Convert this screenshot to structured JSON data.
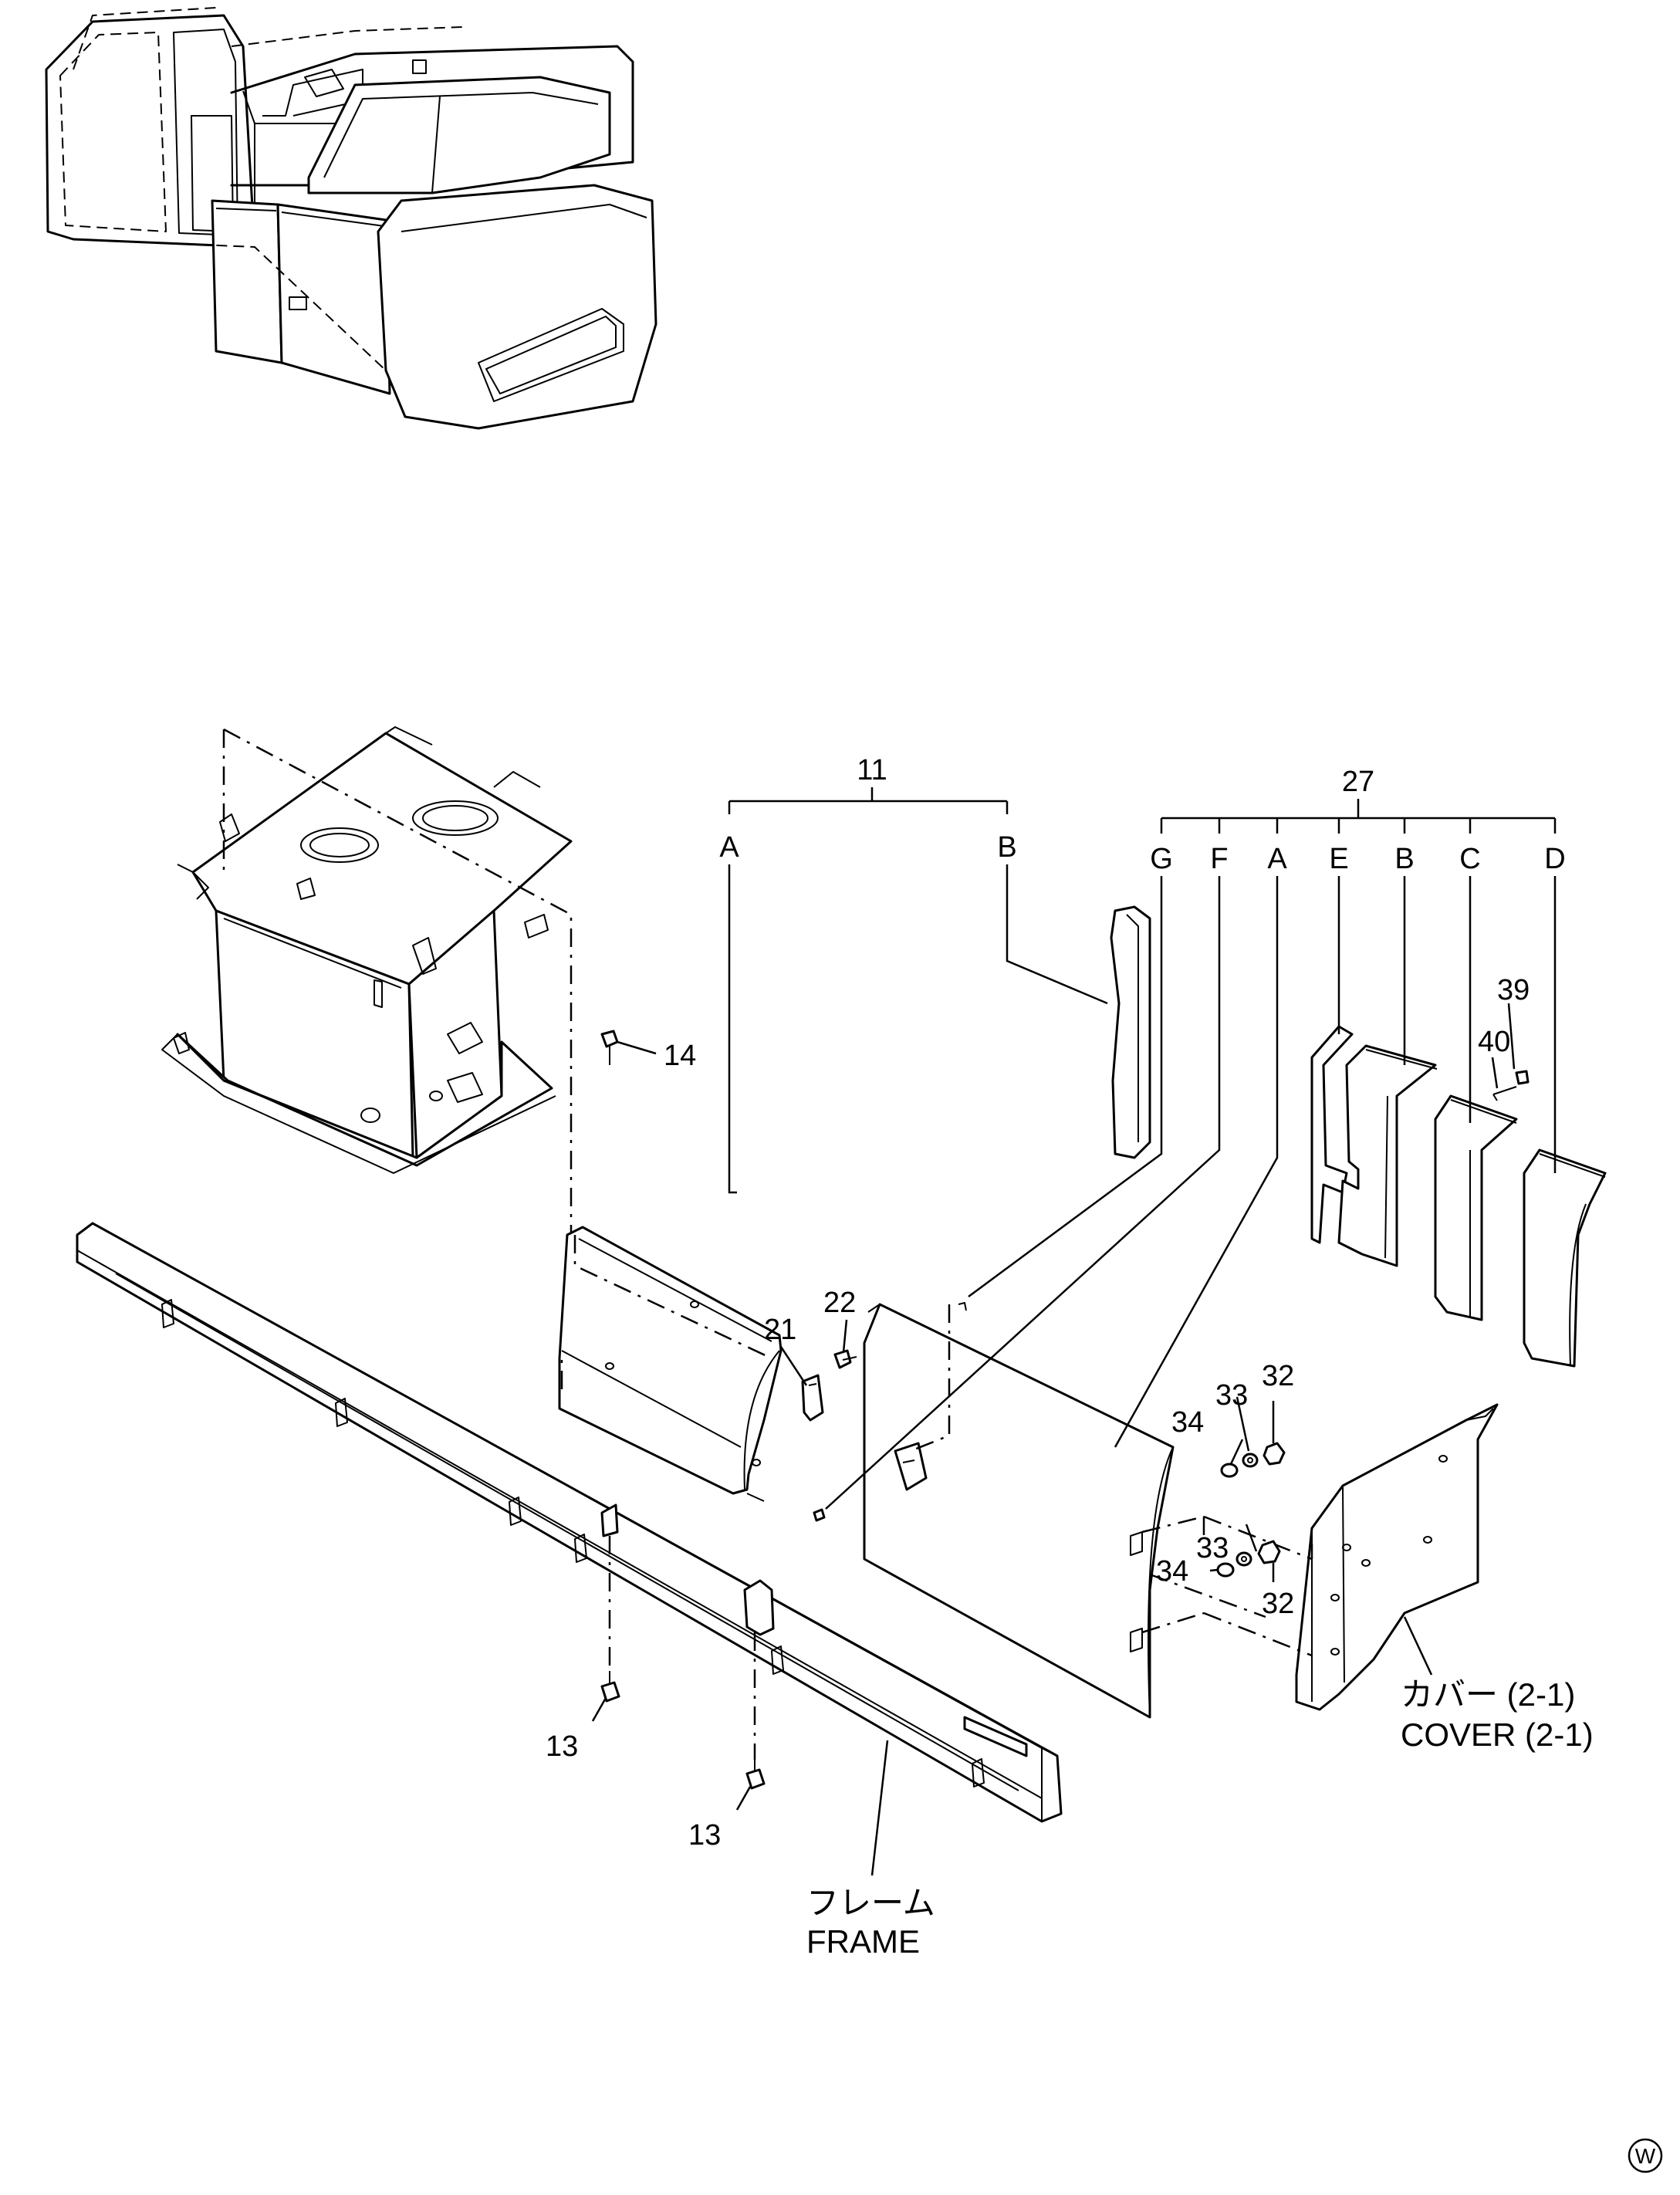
{
  "diagram": {
    "callouts": {
      "group_11": "11",
      "group_27": "27",
      "p14": "14",
      "p13a": "13",
      "p13b": "13",
      "p21": "21",
      "p22": "22",
      "p32a": "32",
      "p32b": "32",
      "p33a": "33",
      "p33b": "33",
      "p34a": "34",
      "p34b": "34",
      "p39": "39",
      "p40": "40"
    },
    "sub_letters_11": [
      "A",
      "B"
    ],
    "sub_letters_27": [
      "G",
      "F",
      "A",
      "E",
      "B",
      "C",
      "D"
    ],
    "cover_ref_jp": "カバー (2-1)",
    "cover_ref_en": "COVER (2-1)",
    "frame_label_jp": "フレーム",
    "frame_label_en": "FRAME",
    "corner_mark": "W"
  }
}
